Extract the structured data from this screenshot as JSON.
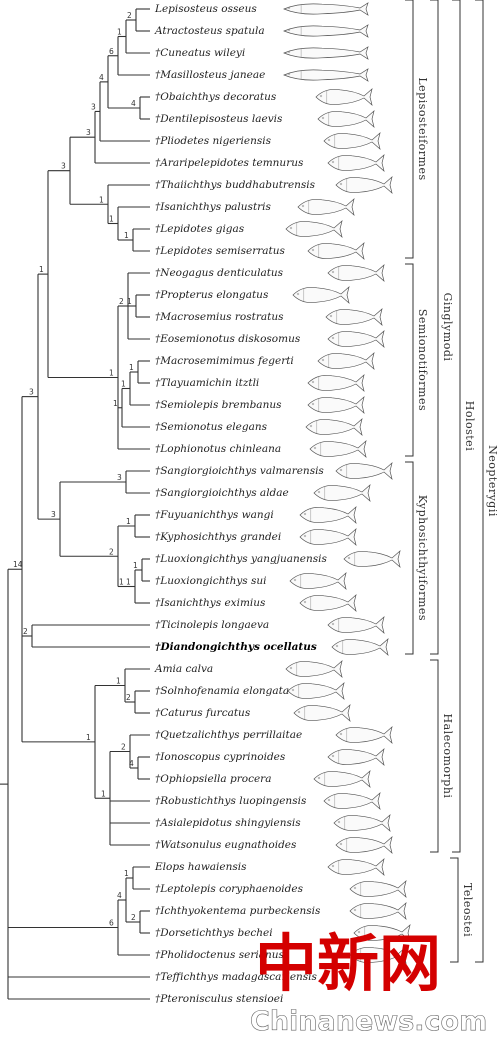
{
  "taxa": [
    {
      "name": "Lepisosteus osseus",
      "extinct": false
    },
    {
      "name": "Atractosteus spatula",
      "extinct": false
    },
    {
      "name": "Cuneatus wileyi",
      "extinct": true
    },
    {
      "name": "Masillosteus janeae",
      "extinct": true
    },
    {
      "name": "Obaichthys decoratus",
      "extinct": true
    },
    {
      "name": "Dentilepisosteus laevis",
      "extinct": true
    },
    {
      "name": "Pliodetes nigeriensis",
      "extinct": true
    },
    {
      "name": "Araripelepidotes temnurus",
      "extinct": true
    },
    {
      "name": "Thaiichthys buddhabutrensis",
      "extinct": true
    },
    {
      "name": "Isanichthys palustris",
      "extinct": true
    },
    {
      "name": "Lepidotes gigas",
      "extinct": true
    },
    {
      "name": "Lepidotes semiserratus",
      "extinct": true
    },
    {
      "name": "Neogagus denticulatus",
      "extinct": true
    },
    {
      "name": "Propterus elongatus",
      "extinct": true
    },
    {
      "name": "Macrosemius rostratus",
      "extinct": true
    },
    {
      "name": "Eosemionotus diskosomus",
      "extinct": true
    },
    {
      "name": "Macrosemimimus fegerti",
      "extinct": true
    },
    {
      "name": "Tlayuamichin itztli",
      "extinct": true
    },
    {
      "name": "Semiolepis brembanus",
      "extinct": true
    },
    {
      "name": "Semionotus elegans",
      "extinct": true
    },
    {
      "name": "Lophionotus chinleana",
      "extinct": true
    },
    {
      "name": "Sangiorgioichthys valmarensis",
      "extinct": true
    },
    {
      "name": "Sangiorgioichthys aldae",
      "extinct": true
    },
    {
      "name": "Fuyuanichthys wangi",
      "extinct": true
    },
    {
      "name": "Kyphosichthys grandei",
      "extinct": true
    },
    {
      "name": "Luoxiongichthys yangjuanensis",
      "extinct": true
    },
    {
      "name": "Luoxiongichthys sui",
      "extinct": true
    },
    {
      "name": "Isanichthys eximius",
      "extinct": true
    },
    {
      "name": "Ticinolepis longaeva",
      "extinct": true
    },
    {
      "name": "Diandongichthys ocellatus",
      "extinct": true,
      "highlight": true
    },
    {
      "name": "Amia calva",
      "extinct": false
    },
    {
      "name": "Solnhofenamia elongata",
      "extinct": true
    },
    {
      "name": "Caturus furcatus",
      "extinct": true
    },
    {
      "name": "Quetzalichthys perrillaitae",
      "extinct": true
    },
    {
      "name": "Ionoscopus cyprinoides",
      "extinct": true
    },
    {
      "name": "Ophiopsiella procera",
      "extinct": true
    },
    {
      "name": "Robustichthys luopingensis",
      "extinct": true
    },
    {
      "name": "Asialepidotus shingyiensis",
      "extinct": true
    },
    {
      "name": "Watsonulus eugnathoides",
      "extinct": true
    },
    {
      "name": "Elops hawaiensis",
      "extinct": false
    },
    {
      "name": "Leptolepis coryphaenoides",
      "extinct": true
    },
    {
      "name": "Ichthyokentema purbeckensis",
      "extinct": true
    },
    {
      "name": "Dorsetichthys bechei",
      "extinct": true
    },
    {
      "name": "Pholidoctenus serianus",
      "extinct": true
    },
    {
      "name": "Teffichthys madagascariensis",
      "extinct": true
    },
    {
      "name": "Pteronisculus stensioei",
      "extinct": true
    }
  ],
  "extinct_mark": "†",
  "clades": [
    {
      "name": "Lepisosteiformes",
      "first": 0,
      "last": 11
    },
    {
      "name": "Semionotiformes",
      "first": 12,
      "last": 20
    },
    {
      "name": "Kyphosichthyiformes",
      "first": 21,
      "last": 29
    },
    {
      "name": "Halecomorphi",
      "first": 30,
      "last": 38
    },
    {
      "name": "Teleostei",
      "first": 39,
      "last": 43
    },
    {
      "name": "Ginglymodi",
      "first": 0,
      "last": 29
    },
    {
      "name": "Holostei",
      "first": 0,
      "last": 38
    },
    {
      "name": "Neopterygii",
      "first": 0,
      "last": 43
    }
  ],
  "nodes": [
    {
      "id": "a1",
      "label": "2"
    },
    {
      "id": "a2",
      "label": "1"
    },
    {
      "id": "a3",
      "label": "1"
    },
    {
      "id": "a4",
      "label": "6"
    },
    {
      "id": "a5",
      "label": "4"
    },
    {
      "id": "a6",
      "label": "1"
    },
    {
      "id": "a7",
      "label": "4"
    },
    {
      "id": "a8",
      "label": "3"
    },
    {
      "id": "a9",
      "label": "3"
    },
    {
      "id": "a10",
      "label": "1"
    },
    {
      "id": "a11",
      "label": "1"
    },
    {
      "id": "a12",
      "label": "1"
    },
    {
      "id": "b1",
      "label": "1"
    },
    {
      "id": "b2",
      "label": "2"
    },
    {
      "id": "b3",
      "label": "1"
    },
    {
      "id": "b4",
      "label": "1"
    },
    {
      "id": "b5",
      "label": "1"
    },
    {
      "id": "b6",
      "label": "3"
    },
    {
      "id": "c1",
      "label": "3"
    },
    {
      "id": "c2",
      "label": "1"
    },
    {
      "id": "c3",
      "label": "1"
    },
    {
      "id": "c4",
      "label": "1"
    },
    {
      "id": "c5",
      "label": "1"
    },
    {
      "id": "c6",
      "label": "2"
    },
    {
      "id": "c7",
      "label": "3"
    },
    {
      "id": "c8",
      "label": "1"
    },
    {
      "id": "d1",
      "label": "1"
    },
    {
      "id": "d2",
      "label": "2"
    },
    {
      "id": "d3",
      "label": "2"
    },
    {
      "id": "d4",
      "label": "4"
    },
    {
      "id": "d5",
      "label": "1"
    },
    {
      "id": "d6",
      "label": "1"
    },
    {
      "id": "d7",
      "label": "2"
    },
    {
      "id": "d8",
      "label": "3"
    },
    {
      "id": "e1",
      "label": "2"
    },
    {
      "id": "e2",
      "label": "1"
    },
    {
      "id": "e3",
      "label": "4"
    },
    {
      "id": "e4",
      "label": "6"
    },
    {
      "id": "e5",
      "label": "14"
    }
  ],
  "watermark": {
    "chinese": "中新网",
    "english": "Chinanews.com"
  }
}
